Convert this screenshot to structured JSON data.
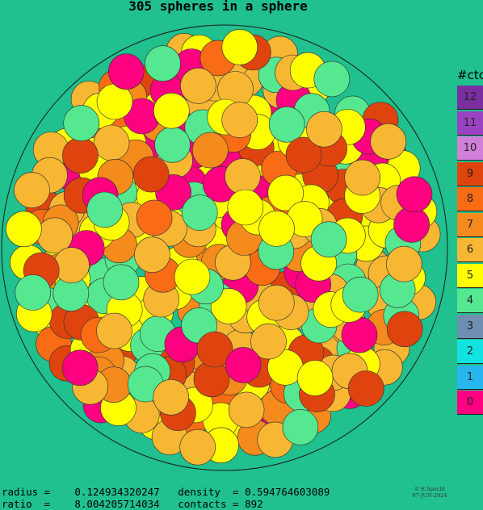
{
  "title": "305 spheres in a sphere",
  "legend": {
    "title": "#ctc",
    "items": [
      {
        "label": "12",
        "color": "#7a2ea0"
      },
      {
        "label": "11",
        "color": "#9b42c2"
      },
      {
        "label": "10",
        "color": "#d17fd9"
      },
      {
        "label": "9",
        "color": "#e0440e"
      },
      {
        "label": "8",
        "color": "#f96b14"
      },
      {
        "label": "7",
        "color": "#f58b1c"
      },
      {
        "label": "6",
        "color": "#f7b733"
      },
      {
        "label": "5",
        "color": "#ffff00"
      },
      {
        "label": "4",
        "color": "#55e890"
      },
      {
        "label": "3",
        "color": "#6e8fb0"
      },
      {
        "label": "2",
        "color": "#11e2e2"
      },
      {
        "label": "1",
        "color": "#27b6f0"
      },
      {
        "label": "0",
        "color": "#ff0080"
      }
    ]
  },
  "stats": {
    "radius_label": "radius =",
    "radius_value": "0.124934320247",
    "density_label": "density  =",
    "density_value": "0.594764603089",
    "ratio_label": "ratio  =",
    "ratio_value": "8.004205714034",
    "contacts_label": "contacts =",
    "contacts_value": "892"
  },
  "credit": {
    "author": "© E.Specht",
    "date": "07-JUN-2024"
  },
  "colors": {
    "background": "#20c08f"
  }
}
